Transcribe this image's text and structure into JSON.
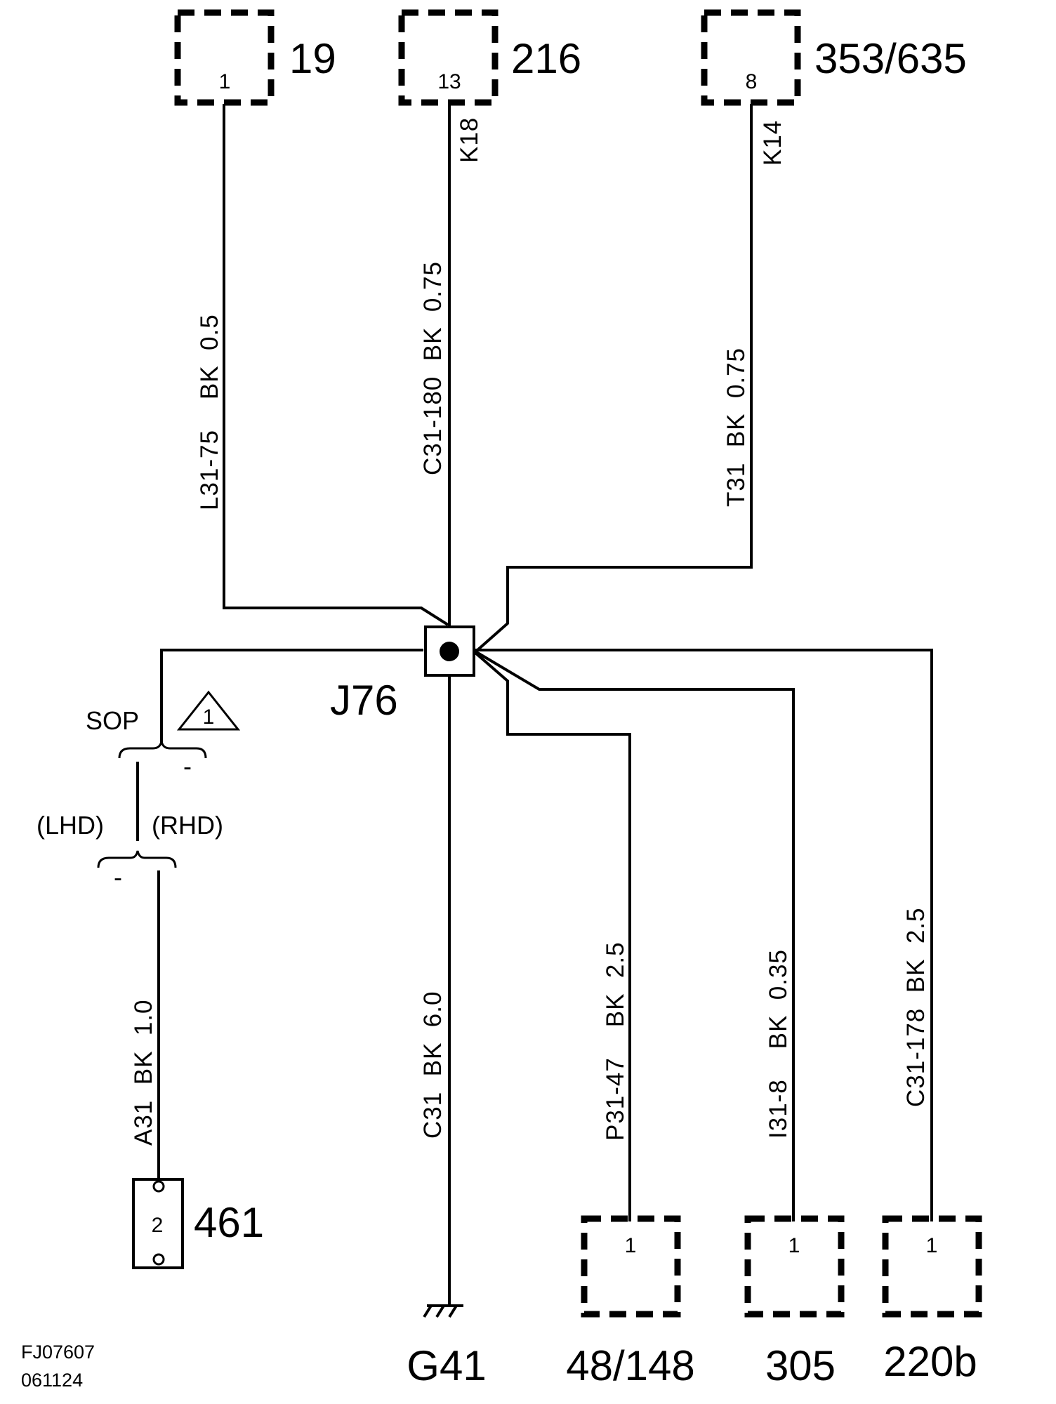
{
  "top_connectors": [
    {
      "id": "19",
      "pin": "1"
    },
    {
      "id": "216",
      "pin": "13"
    },
    {
      "id": "353/635",
      "pin": "8"
    }
  ],
  "bottom_connectors": [
    {
      "id": "48/148",
      "pin": "1"
    },
    {
      "id": "305",
      "pin": "1"
    },
    {
      "id": "220b",
      "pin": "1"
    }
  ],
  "splice": "J76",
  "ground": "G41",
  "component_461": {
    "id": "461",
    "pin": "2"
  },
  "wires": {
    "w19": "L31-75    BK  0.5",
    "w216": "C31-180  BK  0.75",
    "w216_tag": "K18",
    "w353": "T31  BK  0.75",
    "w353_tag": "K14",
    "w461": "A31  BK  1.0",
    "wG41": "C31  BK  6.0",
    "w48": "P31-47    BK  2.5",
    "w305": "I31-8    BK  0.35",
    "w220": "C31-178  BK  2.5"
  },
  "variant": {
    "sop": "SOP",
    "note": "1",
    "lhd": "(LHD)",
    "rhd": "(RHD)",
    "dash_top": "-",
    "dash_bottom": "-"
  },
  "doc": {
    "code": "FJ07607",
    "date": "061124"
  }
}
